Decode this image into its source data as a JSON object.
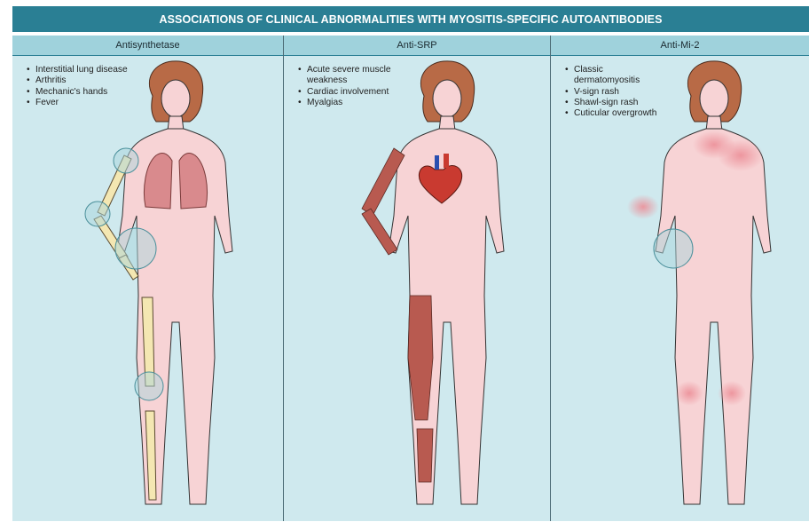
{
  "title": "ASSOCIATIONS OF CLINICAL ABNORMALITIES WITH MYOSITIS-SPECIFIC AUTOANTIBODIES",
  "panels": [
    {
      "heading": "Antisynthetase",
      "features": [
        "Interstitial lung disease",
        "Arthritis",
        "Mechanic's hands",
        "Fever"
      ]
    },
    {
      "heading": "Anti-SRP",
      "features": [
        "Acute severe muscle weakness",
        "Cardiac involvement",
        "Myalgias"
      ]
    },
    {
      "heading": "Anti-Mi-2",
      "features": [
        "Classic dermatomyositis",
        "V-sign rash",
        "Shawl-sign rash",
        "Cuticular overgrowth"
      ]
    }
  ],
  "colors": {
    "title_bg": "#2a7f94",
    "header_bg": "#9fd2dc",
    "panel_bg": "#cfe9ee",
    "skin": "#f7d3d5",
    "hair": "#b86a46",
    "lungs": "#d98a8d",
    "bone": "#f4e7b2",
    "muscle": "#b85a50",
    "rash": "#ec8f98",
    "highlight_circle": "#a9d6dc"
  }
}
